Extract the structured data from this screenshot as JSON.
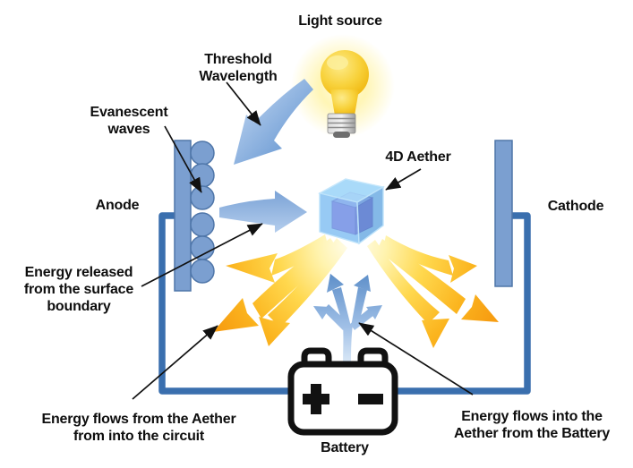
{
  "diagram": {
    "labels": {
      "light_source": "Light source",
      "threshold_wavelength": "Threshold\nWavelength",
      "evanescent_waves": "Evanescent\nwaves",
      "anode": "Anode",
      "aether_4d": "4D Aether",
      "cathode": "Cathode",
      "energy_released": "Energy released\nfrom the surface\nboundary",
      "energy_from_aether": "Energy flows from the Aether\nfrom into the circuit",
      "energy_into_aether": "Energy flows into the\nAether from the Battery",
      "battery": "Battery"
    },
    "icons": {
      "light_bulb": "light-bulb-icon",
      "battery": "battery-icon",
      "aether_cube": "cube-icon",
      "energy_arrows": "curved-arrow-icon",
      "battery_flow": "branch-arrow-icon"
    },
    "colors": {
      "electrode_fill": "#7B9FD0",
      "electrode_border": "#4F76A9",
      "wire": "#3A6FAE",
      "photon_arrow_light": "#AFC9E8",
      "photon_arrow_dark": "#6E9ACF",
      "energy_yellow_pale": "#FFF3AE",
      "energy_yellow_deep": "#F7A112",
      "aether_cube_blue": "#2F96EA",
      "aether_cube_inner": "#D9A9E3",
      "bulb_yellow": "#F5C318",
      "battery_outline": "#111111",
      "annotation": "#111111"
    }
  }
}
